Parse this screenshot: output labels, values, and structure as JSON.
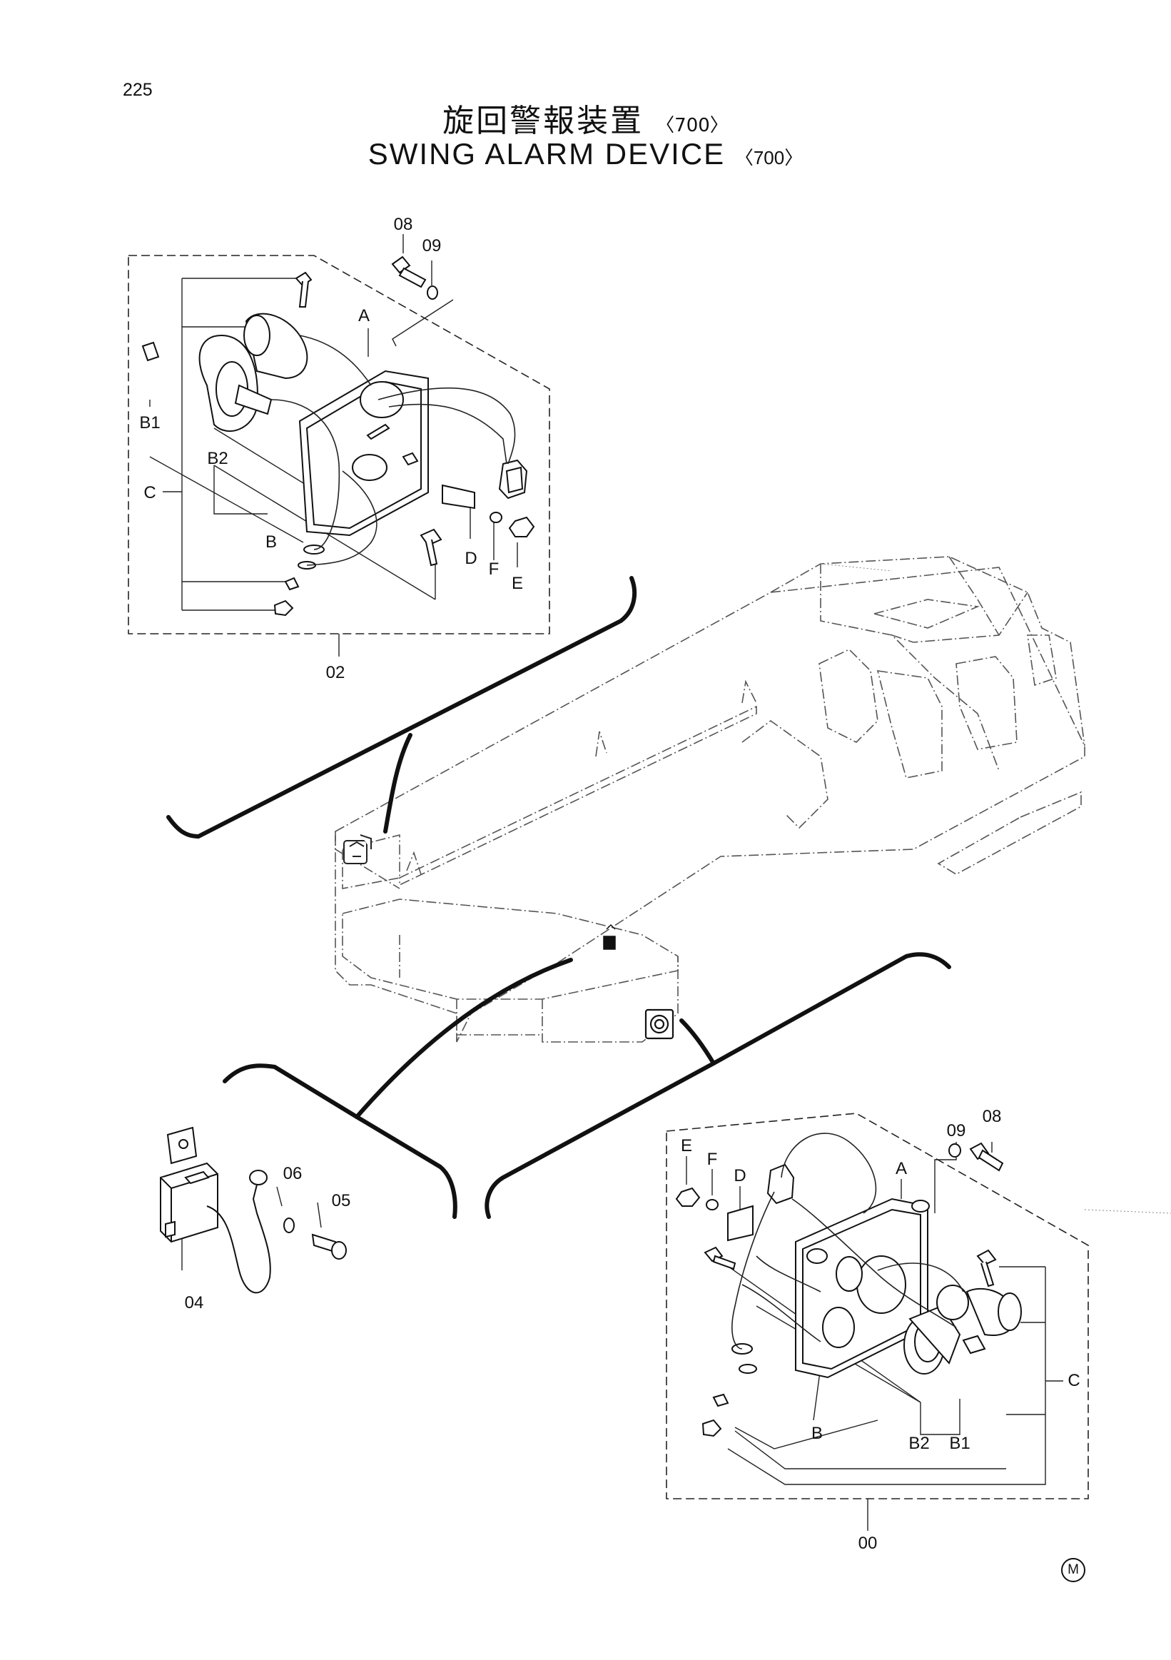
{
  "page_number": "225",
  "title": {
    "japanese": "旋回警報装置",
    "english": "SWING ALARM DEVICE",
    "variant_ja": "〈700〉",
    "variant_en": "〈700〉"
  },
  "footer_mark": "M",
  "callouts": {
    "upper_assembly": {
      "assembly_number": "02",
      "bolt": "08",
      "washer": "09",
      "housing": "A",
      "wire": "B",
      "speaker": "B1",
      "ring": "B2",
      "hardware": "C",
      "bracket": "D",
      "nut": "E",
      "lock_washer": "F"
    },
    "lower_assembly": {
      "assembly_number": "00",
      "bolt": "08",
      "washer": "09",
      "housing": "A",
      "wire": "B",
      "speaker": "B1",
      "ring": "B2",
      "hardware": "C",
      "bracket": "D",
      "nut": "E",
      "lock_washer": "F"
    },
    "relay": {
      "part": "04",
      "screw": "05",
      "washer": "06"
    }
  }
}
